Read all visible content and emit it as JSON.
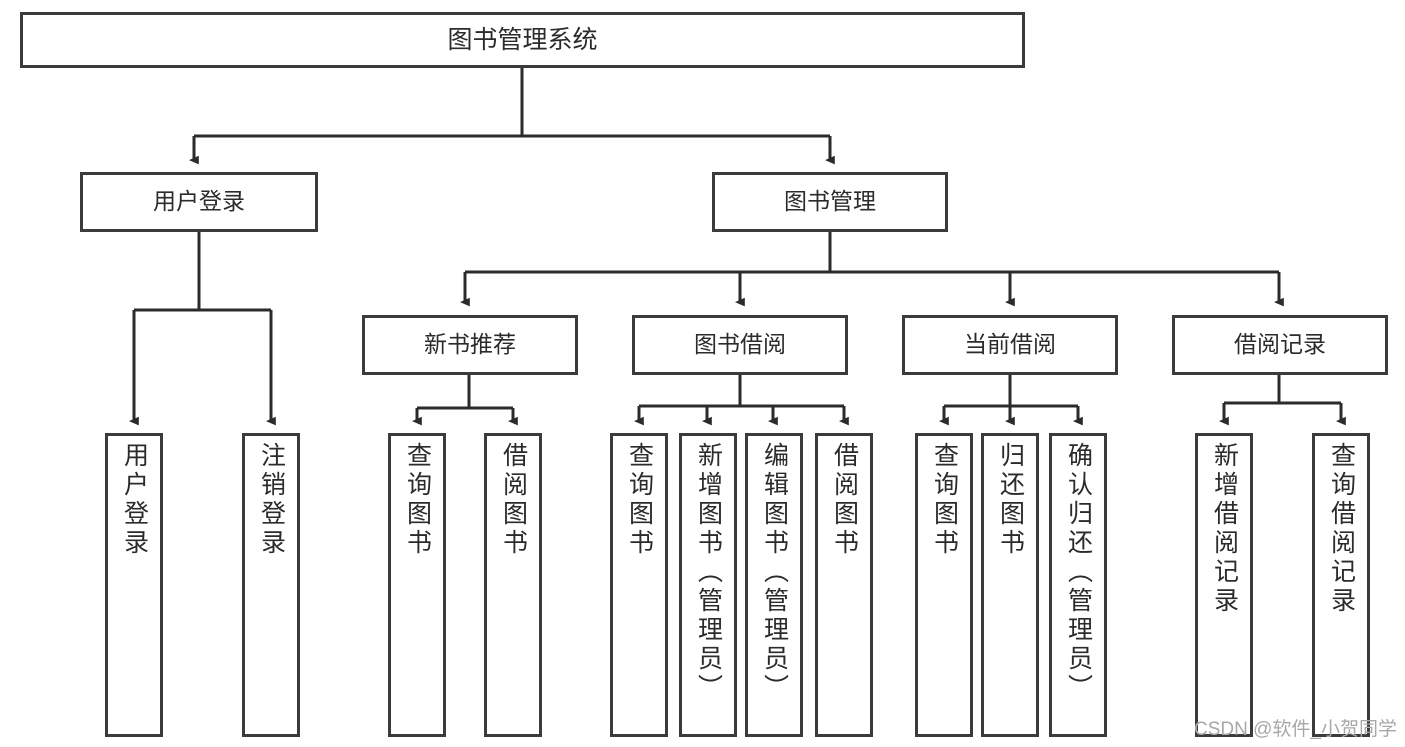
{
  "diagram": {
    "title": "图书管理系统",
    "root": {
      "label": "图书管理系统"
    },
    "level1": [
      {
        "label": "用户登录"
      },
      {
        "label": "图书管理"
      }
    ],
    "level2": [
      {
        "label": "新书推荐"
      },
      {
        "label": "图书借阅"
      },
      {
        "label": "当前借阅"
      },
      {
        "label": "借阅记录"
      }
    ],
    "leaves": {
      "user_login": [
        {
          "label": "用户登录"
        },
        {
          "label": "注销登录"
        }
      ],
      "new_book": [
        {
          "label": "查询图书"
        },
        {
          "label": "借阅图书"
        }
      ],
      "book_borrow": [
        {
          "label": "查询图书"
        },
        {
          "label": "新增图书（管理员）"
        },
        {
          "label": "编辑图书（管理员）"
        },
        {
          "label": "借阅图书"
        }
      ],
      "current_borrow": [
        {
          "label": "查询图书"
        },
        {
          "label": "归还图书"
        },
        {
          "label": "确认归还（管理员）"
        }
      ],
      "borrow_record": [
        {
          "label": "新增借阅记录"
        },
        {
          "label": "查询借阅记录"
        }
      ]
    }
  },
  "watermark": {
    "text": "CSDN @软件_小贺同学"
  },
  "colors": {
    "box_border": "#3b3b3b",
    "background": "#ffffff",
    "text": "#2b2b2b",
    "watermark": "#a8a8a8"
  }
}
